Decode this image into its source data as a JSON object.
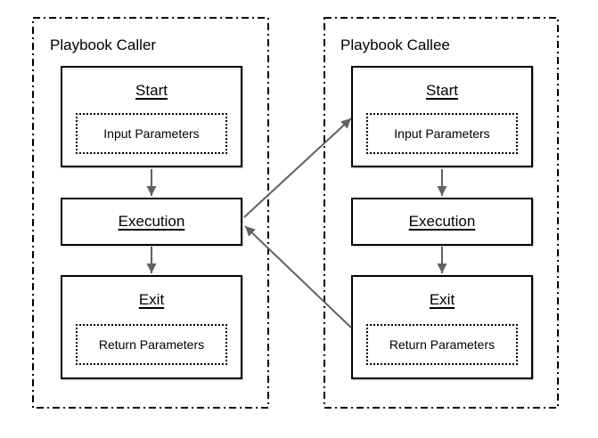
{
  "colors": {
    "background": "#ffffff",
    "text": "#000000",
    "box_border": "#000000",
    "container_border": "#000000",
    "arrow": "#616161"
  },
  "caller": {
    "title": "Playbook Caller",
    "start": {
      "label": "Start",
      "params": "Input Parameters"
    },
    "execution": {
      "label": "Execution"
    },
    "exit": {
      "label": "Exit",
      "params": "Return Parameters"
    }
  },
  "callee": {
    "title": "Playbook Callee",
    "start": {
      "label": "Start",
      "params": "Input Parameters"
    },
    "execution": {
      "label": "Execution"
    },
    "exit": {
      "label": "Exit",
      "params": "Return Parameters"
    }
  }
}
